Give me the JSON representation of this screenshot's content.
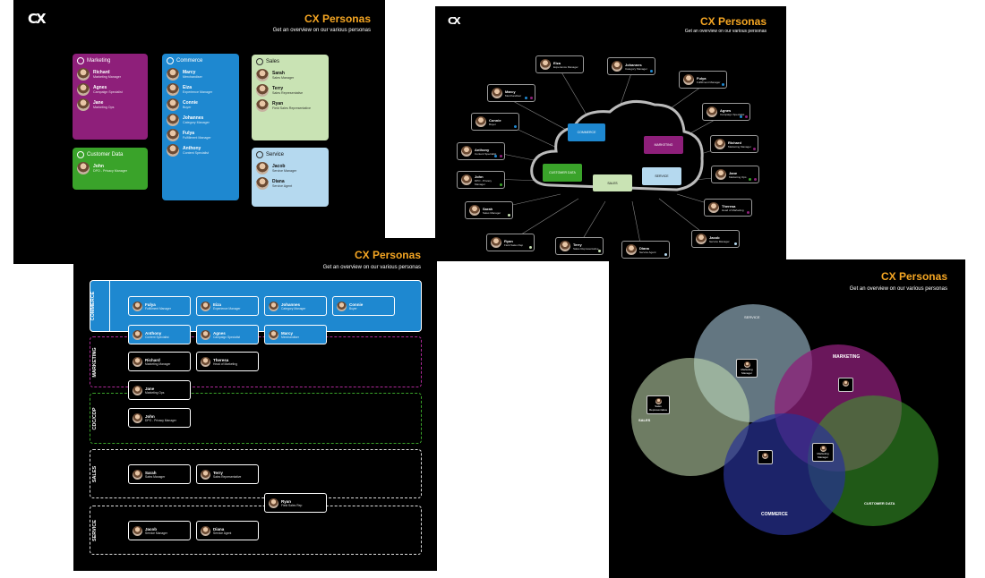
{
  "title": "CX Personas",
  "subtitle": "Get an overview on our various personas",
  "logo": "CX",
  "slide1": {
    "groups": [
      {
        "name": "Marketing",
        "color": "#8e1f7a",
        "people": [
          {
            "name": "Richard",
            "role": "Marketing Manager"
          },
          {
            "name": "Agnes",
            "role": "Campaign Specialist"
          },
          {
            "name": "Jane",
            "role": "Marketing Ops"
          }
        ]
      },
      {
        "name": "Customer Data",
        "color": "#3aa32a",
        "people": [
          {
            "name": "John",
            "role": "DPO - Privacy Manager"
          }
        ]
      },
      {
        "name": "Commerce",
        "color": "#1e88d0",
        "people": [
          {
            "name": "Marcy",
            "role": "Merchandiser"
          },
          {
            "name": "Eiza",
            "role": "Experience Manager"
          },
          {
            "name": "Connie",
            "role": "Buyer"
          },
          {
            "name": "Johannes",
            "role": "Category Manager"
          },
          {
            "name": "Fulya",
            "role": "Fulfillment Manager"
          },
          {
            "name": "Anthony",
            "role": "Content Specialist"
          }
        ]
      },
      {
        "name": "Sales",
        "color": "#c9e3b4",
        "people": [
          {
            "name": "Sarah",
            "role": "Sales Manager"
          },
          {
            "name": "Terry",
            "role": "Sales Representative"
          },
          {
            "name": "Ryan",
            "role": "Field Sales Representative"
          }
        ]
      },
      {
        "name": "Service",
        "color": "#b5d9ef",
        "people": [
          {
            "name": "Jacob",
            "role": "Service Manager"
          },
          {
            "name": "Diana",
            "role": "Service Agent"
          }
        ]
      }
    ]
  },
  "slide2": {
    "cloud": {
      "commerce": "COMMERCE",
      "marketing": "MARKETING",
      "customer_data": "CUSTOMER DATA",
      "sales": "SALES",
      "service": "SERVICE"
    },
    "people": [
      {
        "name": "Eiza",
        "role": "Experience Manager"
      },
      {
        "name": "Johannes",
        "role": "Category Manager"
      },
      {
        "name": "Fulya",
        "role": "Fulfillment Manager"
      },
      {
        "name": "Marcy",
        "role": "Merchandiser"
      },
      {
        "name": "Agnes",
        "role": "Campaign Specialist"
      },
      {
        "name": "Connie",
        "role": "Buyer"
      },
      {
        "name": "Richard",
        "role": "Marketing Manager"
      },
      {
        "name": "Anthony",
        "role": "Content Specialist"
      },
      {
        "name": "Jane",
        "role": "Marketing Ops"
      },
      {
        "name": "John",
        "role": "DPO - Privacy Manager"
      },
      {
        "name": "Theresa",
        "role": "Head of Marketing"
      },
      {
        "name": "Sarah",
        "role": "Sales Manager"
      },
      {
        "name": "Jacob",
        "role": "Service Manager"
      },
      {
        "name": "Ryan",
        "role": "Field Sales Rep"
      },
      {
        "name": "Terry",
        "role": "Sales Representative"
      },
      {
        "name": "Diana",
        "role": "Service Agent"
      }
    ]
  },
  "slide3": {
    "lanes": [
      "COMMERCE",
      "MARKETING",
      "CDC/CDP",
      "SALES",
      "SERVICE"
    ],
    "people": [
      {
        "name": "Fulya",
        "role": "Fulfillment Manager"
      },
      {
        "name": "Eiza",
        "role": "Experience Manager"
      },
      {
        "name": "Johannes",
        "role": "Category Manager"
      },
      {
        "name": "Connie",
        "role": "Buyer"
      },
      {
        "name": "Anthony",
        "role": "Content Specialist"
      },
      {
        "name": "Agnes",
        "role": "Campaign Specialist"
      },
      {
        "name": "Marcy",
        "role": "Merchandiser"
      },
      {
        "name": "Richard",
        "role": "Marketing Manager"
      },
      {
        "name": "Theresa",
        "role": "Head of Marketing"
      },
      {
        "name": "Jane",
        "role": "Marketing Ops"
      },
      {
        "name": "John",
        "role": "DPO - Privacy Manager"
      },
      {
        "name": "Sarah",
        "role": "Sales Manager"
      },
      {
        "name": "Terry",
        "role": "Sales Representative"
      },
      {
        "name": "Ryan",
        "role": "Field Sales Rep"
      },
      {
        "name": "Jacob",
        "role": "Service Manager"
      },
      {
        "name": "Diana",
        "role": "Service Agent"
      }
    ]
  },
  "slide4": {
    "labels": {
      "service": "SERVICE",
      "marketing": "MARKETING",
      "sales": "SALES",
      "commerce": "COMMERCE",
      "customer_data": "CUSTOMER DATA"
    },
    "minis": [
      {
        "role": "Marketing Manager"
      },
      {
        "role": "Sales Representative"
      },
      {
        "role": "Marketing Manager"
      }
    ]
  }
}
